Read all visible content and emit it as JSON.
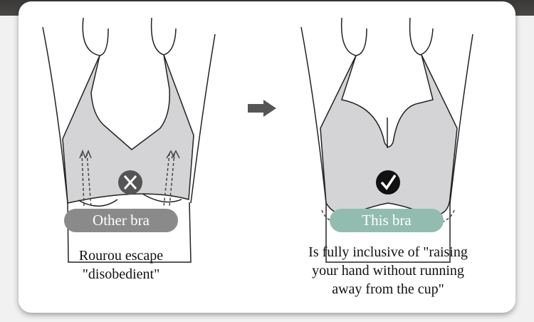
{
  "comparison": {
    "left": {
      "label": "Other bra",
      "caption_lines": [
        "Rourou escape",
        "\"disobedient\""
      ],
      "status_icon": "cross-icon"
    },
    "right": {
      "label": "This bra",
      "caption_lines": [
        "Is fully inclusive of \"raising",
        "your hand without running",
        "away from the cup\""
      ],
      "status_icon": "check-icon"
    },
    "arrow_icon": "arrow-right-icon"
  },
  "colors": {
    "other_pill": "#8a8a8a",
    "this_pill": "#93bcb1",
    "garment": "#d4d4d6"
  }
}
